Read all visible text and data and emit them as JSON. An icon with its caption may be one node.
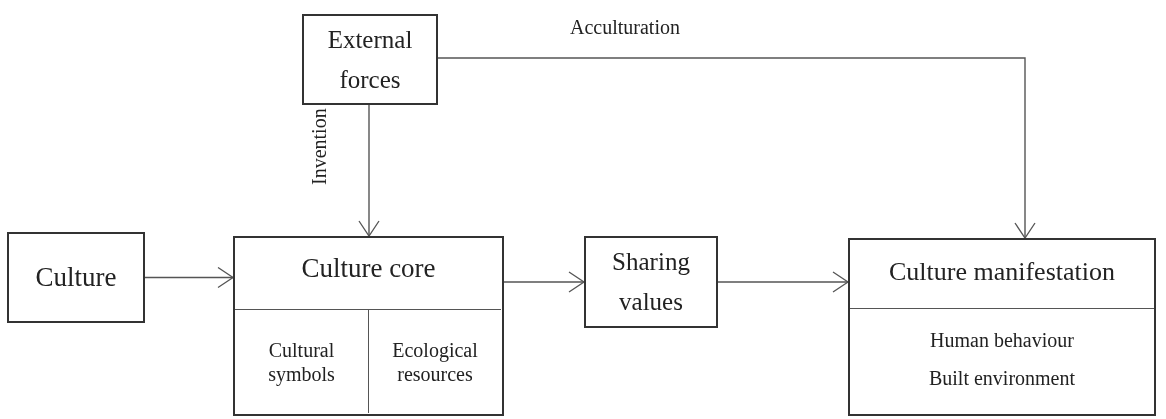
{
  "diagram": {
    "nodes": [
      {
        "text": [
          "External forces"
        ]
      },
      {
        "text": [
          "Culture"
        ]
      },
      {
        "text": [
          "Culture core"
        ]
      },
      {
        "text": [
          "Cultural symbols"
        ],
        "in": 2
      },
      {
        "text": [
          "Ecological resources"
        ],
        "in": 2
      },
      {
        "text": [
          "Sharing values"
        ]
      },
      {
        "text": [
          "Culture manifestation",
          "Human behaviour",
          "Built environment"
        ]
      }
    ],
    "edges": [
      {
        "from": 1,
        "to": 2,
        "arrow": "to"
      },
      {
        "from": 2,
        "to": 5,
        "arrow": "to"
      },
      {
        "from": 5,
        "to": 6,
        "arrow": "to"
      },
      {
        "from": 0,
        "to": 2,
        "arrow": "to",
        "label": "Invention"
      },
      {
        "from": 0,
        "to": 6,
        "arrow": "to",
        "label": "Acculturation"
      }
    ]
  }
}
